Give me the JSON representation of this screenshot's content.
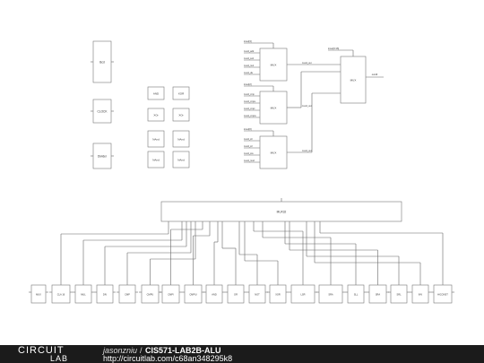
{
  "top_blocks": [
    {
      "id": "tb-1",
      "label": "Bcd"
    },
    {
      "id": "tb-2",
      "label": "CLOCK"
    },
    {
      "id": "tb-3",
      "label": "Divider"
    }
  ],
  "gate_grid": [
    {
      "id": "g1",
      "label": "AND"
    },
    {
      "id": "g2",
      "label": "XOR"
    },
    {
      "id": "g3",
      "label": "XOr"
    },
    {
      "id": "g4",
      "label": "XOr"
    },
    {
      "id": "g5",
      "label": "NAnd"
    },
    {
      "id": "g6",
      "label": "NAnd"
    },
    {
      "id": "g7",
      "label": "NAnd"
    },
    {
      "id": "g8",
      "label": "NAnd"
    }
  ],
  "mux_input_labels": [
    "inout[3]",
    "inout[2]",
    "inout[0]"
  ],
  "muxes": [
    {
      "id": "mux0",
      "label": "MUX",
      "pins": [
        "mux4_add",
        "mux4_sub",
        "mux4_mul",
        "mux4_div"
      ]
    },
    {
      "id": "mux1",
      "label": "MUX",
      "pins": [
        "mux4_cmp",
        "mux4_cmpu",
        "mux4_cmpi",
        "mux4_cmpiu"
      ]
    },
    {
      "id": "mux2",
      "label": "MUX",
      "pins": [
        "mux4_sll",
        "mux4_srl",
        "mux4_sra",
        "mux4_mod"
      ]
    }
  ],
  "mux_out_labels": [
    "mux4_out",
    "mux4_out",
    "mux4_out"
  ],
  "final_mux": {
    "label": "MUX",
    "top_label": "inout[3:16]",
    "out_label": "out16"
  },
  "big_bus": {
    "label": "MUX32"
  },
  "bottom_blocks": [
    {
      "id": "b0",
      "label": "MUX"
    },
    {
      "id": "b1",
      "label": "CLA 16"
    },
    {
      "id": "b2",
      "label": "MUL"
    },
    {
      "id": "b3",
      "label": "DIV"
    },
    {
      "id": "b4",
      "label": "CMP"
    },
    {
      "id": "b5",
      "label": "CMPU"
    },
    {
      "id": "b6",
      "label": "CMPI"
    },
    {
      "id": "b7",
      "label": "CMPIU"
    },
    {
      "id": "b8",
      "label": "AND"
    },
    {
      "id": "b9",
      "label": "OR"
    },
    {
      "id": "b10",
      "label": "NOT"
    },
    {
      "id": "b11",
      "label": "XOR"
    },
    {
      "id": "b12",
      "label": "LSR"
    },
    {
      "id": "b13",
      "label": "SRA"
    },
    {
      "id": "b14",
      "label": "SLL"
    },
    {
      "id": "b15",
      "label": "SRA"
    },
    {
      "id": "b16",
      "label": "SRL"
    },
    {
      "id": "b17",
      "label": "INV"
    },
    {
      "id": "b18",
      "label": "HICONST"
    }
  ],
  "footer": {
    "logo_top": "CIRCUIT",
    "logo_bottom": "LAB",
    "author": "jasonzniu",
    "separator": "/",
    "project": "CIS571-LAB2B-ALU",
    "url": "http://circuitlab.com/c68an348295k8"
  },
  "colors": {
    "line": "#555555",
    "block_stroke": "#777777",
    "footer_bg": "#1b1b1b"
  }
}
